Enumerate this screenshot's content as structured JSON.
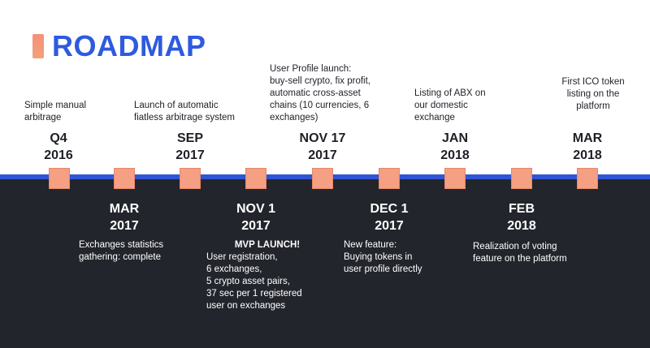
{
  "title": "ROADMAP",
  "colors": {
    "accent_blue": "#2f5ae0",
    "timeline_blue": "#2f55d6",
    "marker_fill": "#f59f83",
    "dark_panel": "#23252c"
  },
  "milestones": [
    {
      "month": "Q4",
      "year": "2016",
      "lines": [
        "Simple manual",
        "arbitrage"
      ]
    },
    {
      "month": "MAR",
      "year": "2017",
      "lines": [
        "Exchanges statistics",
        "gathering: complete"
      ]
    },
    {
      "month": "SEP",
      "year": "2017",
      "lines": [
        "Launch of automatic",
        "fiatless arbitrage system"
      ]
    },
    {
      "month": "NOV 1",
      "year": "2017",
      "heading": "MVP LAUNCH!",
      "lines": [
        "User registration,",
        "6 exchanges,",
        "5 crypto asset pairs,",
        "37 sec per 1 registered",
        "user on exchanges"
      ]
    },
    {
      "month": "NOV 17",
      "year": "2017",
      "lines": [
        "User Profile launch:",
        "buy-sell crypto, fix profit,",
        "automatic cross-asset",
        "chains (10 currencies, 6",
        "exchanges)"
      ]
    },
    {
      "month": "DEC 1",
      "year": "2017",
      "lines": [
        "New feature:",
        "Buying tokens in",
        "user profile directly"
      ]
    },
    {
      "month": "JAN",
      "year": "2018",
      "lines": [
        "Listing of ABX on",
        "our domestic",
        "exchange"
      ]
    },
    {
      "month": "FEB",
      "year": "2018",
      "lines": [
        "Realization of voting",
        "feature on the platform"
      ]
    },
    {
      "month": "MAR",
      "year": "2018",
      "lines": [
        "First ICO token",
        "listing on the",
        "platform"
      ]
    }
  ]
}
